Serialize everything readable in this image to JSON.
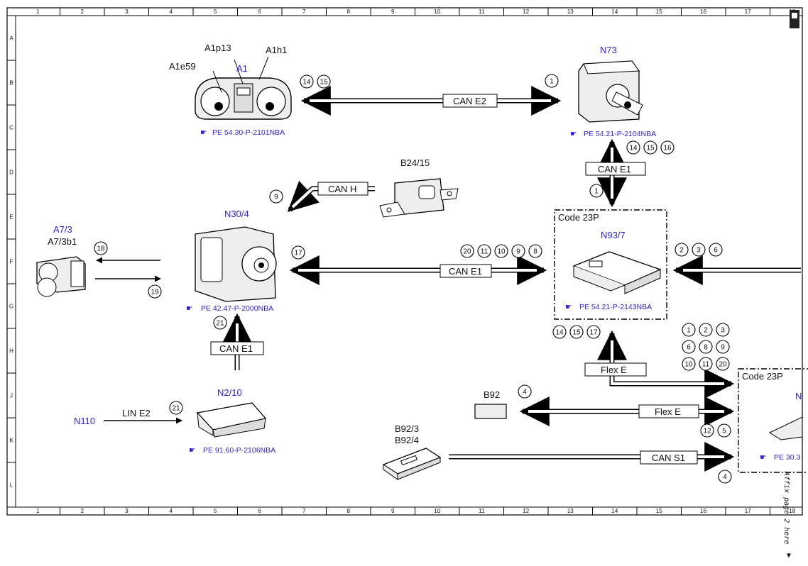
{
  "grid": {
    "columns": [
      "1",
      "2",
      "3",
      "4",
      "5",
      "6",
      "7",
      "8",
      "9",
      "10",
      "11",
      "12",
      "13",
      "14",
      "15",
      "16",
      "17",
      "18"
    ],
    "rows": [
      "A",
      "B",
      "C",
      "D",
      "E",
      "F",
      "G",
      "H",
      "J",
      "K",
      "L"
    ]
  },
  "components": {
    "a1": {
      "id": "A1",
      "callouts": [
        "A1e59",
        "A1p13",
        "A1h1"
      ],
      "ref": "PE 54.30-P-2101NBA"
    },
    "n73": {
      "id": "N73",
      "ref": "PE 54.21-P-2104NBA"
    },
    "b24_15": {
      "id": "B24/15"
    },
    "n30_4": {
      "id": "N30/4",
      "ref": "PE 42.47-P-2000NBA"
    },
    "a7_3": {
      "id": "A7/3",
      "sub": "A7/3b1"
    },
    "n93_7": {
      "id": "N93/7",
      "ref": "PE 54.21-P-2143NBA",
      "code": "Code 23P"
    },
    "n2_10": {
      "id": "N2/10",
      "ref": "PE 91.60-P-2106NBA"
    },
    "n110": {
      "id": "N110"
    },
    "b92": {
      "id": "B92"
    },
    "b92_3": {
      "id": "B92/3",
      "id2": "B92/4"
    },
    "right_box": {
      "code": "Code 23P",
      "id": "N",
      "ref": "PE 30.3"
    }
  },
  "buses": {
    "can_e2": "CAN E2",
    "can_e1_n73": "CAN E1",
    "can_h": "CAN H",
    "can_e1_main": "CAN E1",
    "can_e1_n30": "CAN E1",
    "flex_e_up": "Flex E",
    "flex_e_b92": "Flex E",
    "lin_e2": "LIN E2",
    "can_s1": "CAN S1"
  },
  "signals": {
    "a1_n73_left": [
      "14",
      "15"
    ],
    "a1_n73_right": [
      "1"
    ],
    "n73_down": [
      "14",
      "15",
      "16"
    ],
    "n73_up": [
      "1"
    ],
    "can_h": [
      "9"
    ],
    "a7_out": [
      "18"
    ],
    "a7_in": [
      "19"
    ],
    "n30_main_left": [
      "17"
    ],
    "n30_main_right": [
      "20",
      "11",
      "10",
      "9",
      "8"
    ],
    "right_in": [
      "2",
      "3",
      "6"
    ],
    "n30_up": [
      "21"
    ],
    "n93_down": [
      "14",
      "15",
      "17"
    ],
    "flex_grid": [
      "1",
      "2",
      "3",
      "6",
      "8",
      "9",
      "10",
      "11",
      "20"
    ],
    "b92_left": [
      "4"
    ],
    "b92_right": [
      "12",
      "5"
    ],
    "can_s1": [
      "4"
    ],
    "lin_e2": [
      "21"
    ]
  },
  "side_note": "Affix page 2 here"
}
